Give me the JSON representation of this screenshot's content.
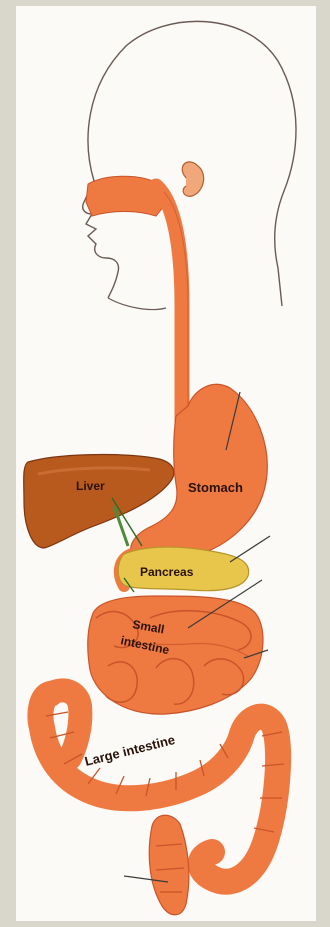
{
  "labels": {
    "liver": "Liver",
    "stomach": "Stomach",
    "pancreas": "Pancreas",
    "small_line1": "Small",
    "small_line2": "intestine",
    "large_intestine": "Large intestine"
  },
  "colors": {
    "organ": "#ee7a42",
    "organ_dark": "#c8542a",
    "liver": "#b85a1e",
    "pancreas": "#e8c64c",
    "outline": "#6a5a55",
    "pointer": "#3a3a3a"
  }
}
